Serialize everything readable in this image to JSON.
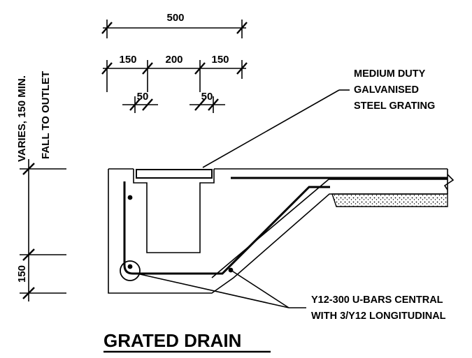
{
  "dimensions": {
    "overall_width": "500",
    "left_width": "150",
    "middle_width": "200",
    "right_width": "150",
    "left_offset": "50",
    "right_offset": "50",
    "side_depth_line1": "VARIES, 150 MIN.",
    "side_depth_line2": "FALL TO OUTLET",
    "base_depth": "150"
  },
  "notes": {
    "grating_line1": "MEDIUM DUTY",
    "grating_line2": "GALVANISED",
    "grating_line3": "STEEL GRATING",
    "rebar_line1": "Y12-300 U-BARS CENTRAL",
    "rebar_line2": "WITH 3/Y12 LONGITUDINAL"
  },
  "title": "GRATED DRAIN",
  "colors": {
    "ink": "#000000",
    "background": "#ffffff"
  }
}
